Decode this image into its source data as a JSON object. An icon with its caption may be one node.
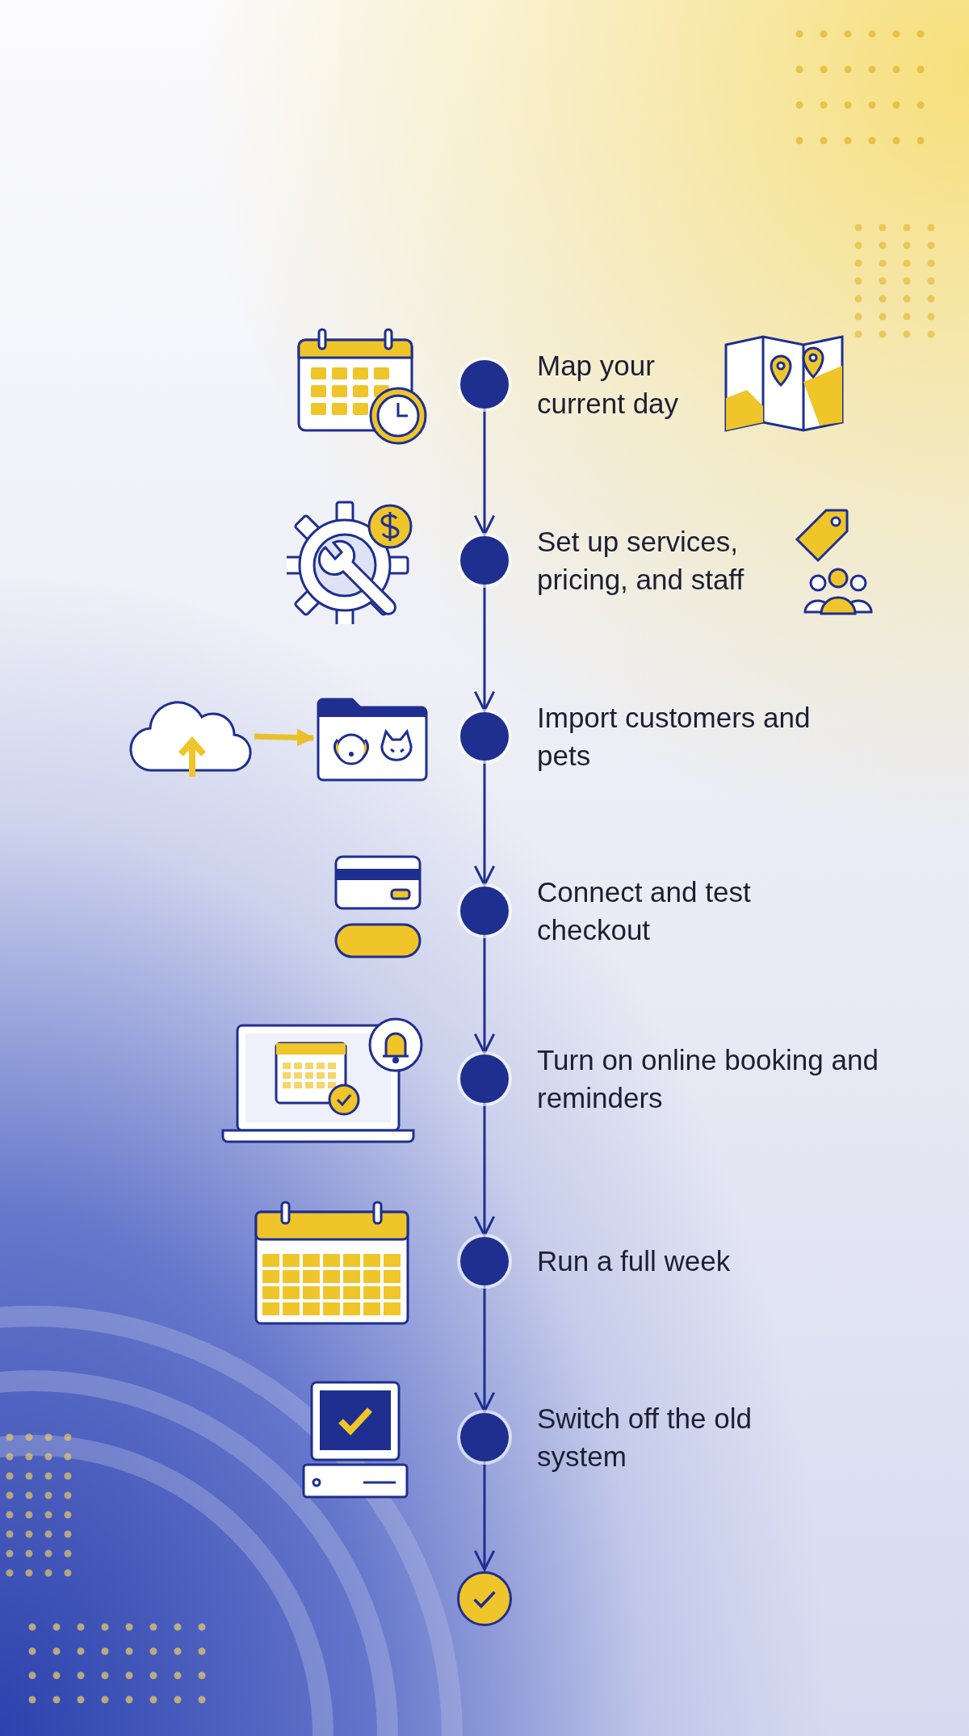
{
  "diagram": {
    "nodes": [
      {
        "text": [],
        "shape": "circle",
        "beside": [
          "Map your current day"
        ]
      },
      {
        "text": [],
        "shape": "circle",
        "beside": [
          "Set up services, pricing, and staff"
        ]
      },
      {
        "text": [],
        "shape": "circle",
        "beside": [
          "Import customers and pets"
        ]
      },
      {
        "text": [],
        "shape": "circle",
        "beside": [
          "Connect and test checkout"
        ]
      },
      {
        "text": [],
        "shape": "circle",
        "beside": [
          "Turn on online booking and reminders"
        ]
      },
      {
        "text": [],
        "shape": "circle",
        "beside": [
          "Run a full week"
        ]
      },
      {
        "text": [],
        "shape": "circle",
        "beside": [
          "Switch off the old system"
        ]
      },
      {
        "text": [],
        "shape": "circle"
      },
      {
        "text": [],
        "shape": "picture"
      },
      {
        "text": [],
        "shape": "picture"
      }
    ],
    "edges": [
      {
        "from": 0,
        "to": 1,
        "arrow": "to"
      },
      {
        "from": 1,
        "to": 2,
        "arrow": "to"
      },
      {
        "from": 2,
        "to": 3,
        "arrow": "to"
      },
      {
        "from": 3,
        "to": 4,
        "arrow": "to"
      },
      {
        "from": 4,
        "to": 5,
        "arrow": "to"
      },
      {
        "from": 5,
        "to": 6,
        "arrow": "to"
      },
      {
        "from": 6,
        "to": 7,
        "arrow": "to"
      },
      {
        "from": 8,
        "to": 9,
        "arrow": "to",
        "style": "thick",
        "color": "#e9c02a"
      }
    ]
  }
}
